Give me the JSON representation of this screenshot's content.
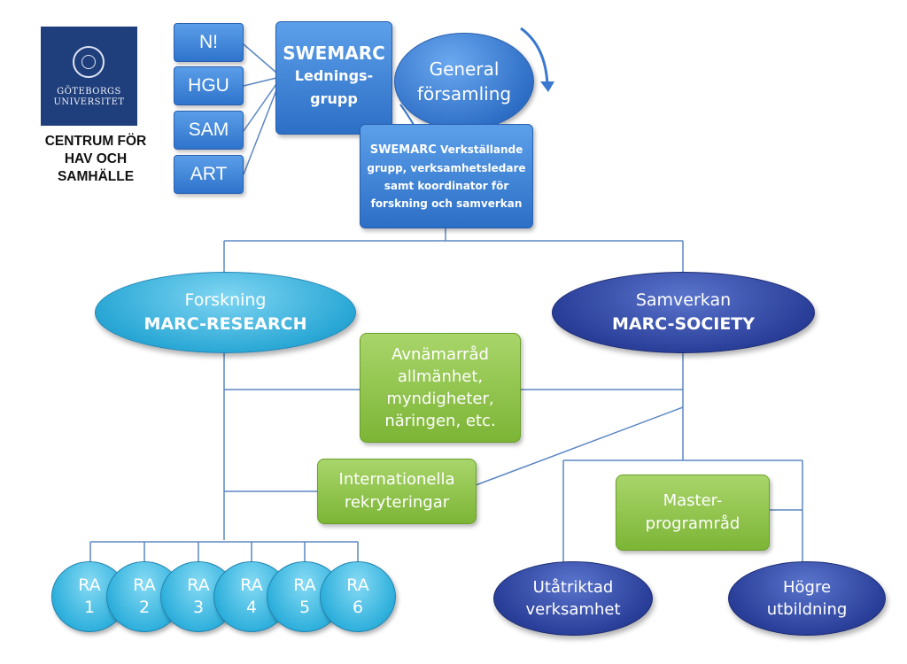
{
  "logo": {
    "university_line1": "GÖTEBORGS",
    "university_line2": "UNIVERSITET",
    "center_line1": "CENTRUM FÖR",
    "center_line2": "HAV OCH SAMHÄLLE"
  },
  "side_boxes": [
    "N!",
    "HGU",
    "SAM",
    "ART"
  ],
  "ledningsgrupp": {
    "line1": "SWEMARC",
    "line2": "Lednings-",
    "line3": "grupp"
  },
  "general_assembly": {
    "line1": "General",
    "line2": "församling"
  },
  "executive": {
    "line1_bold": "SWEMARC",
    "line1_rest": " Verkställande",
    "line2": "grupp, verksamhetsledare",
    "line3": "samt koordinator för",
    "line4": "forskning och samverkan"
  },
  "research": {
    "line1": "Forskning",
    "line2": "MARC-RESEARCH"
  },
  "society": {
    "line1": "Samverkan",
    "line2": "MARC-SOCIETY"
  },
  "stakeholders": {
    "line1": "Avnämarråd",
    "line2": "allmänhet,",
    "line3": "myndigheter,",
    "line4": "näringen, etc."
  },
  "international": {
    "line1": "Internationella",
    "line2": "rekryteringar"
  },
  "master": {
    "line1": "Master-",
    "line2": "programråd"
  },
  "outreach": {
    "line1": "Utåtriktad",
    "line2": "verksamhet"
  },
  "higher_ed": {
    "line1": "Högre",
    "line2": "utbildning"
  },
  "research_areas": [
    {
      "label": "RA",
      "num": "1"
    },
    {
      "label": "RA",
      "num": "2"
    },
    {
      "label": "RA",
      "num": "3"
    },
    {
      "label": "RA",
      "num": "4"
    },
    {
      "label": "RA",
      "num": "5"
    },
    {
      "label": "RA",
      "num": "6"
    }
  ],
  "colors": {
    "connector": "#5b87c3",
    "blue_box": "#3a7fd6",
    "light_ellipse": "#2ba8d6",
    "dark_ellipse": "#2a3f99",
    "green_box": "#8cc045",
    "logo_bg": "#1f3e7c"
  }
}
